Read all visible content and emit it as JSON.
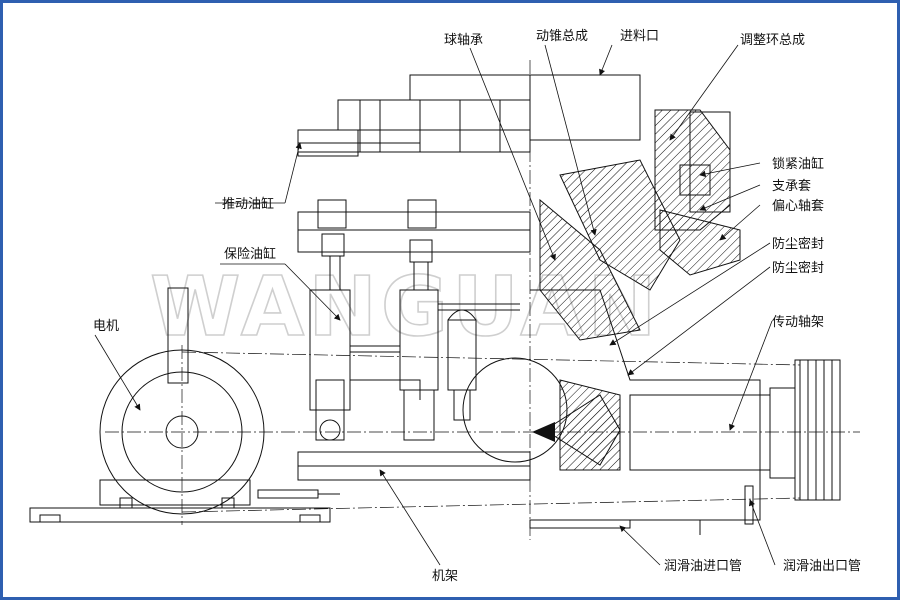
{
  "watermark": "WANGUAN",
  "labels": {
    "ball_bearing": "球轴承",
    "moving_cone_assembly": "动锥总成",
    "feed_inlet": "进料口",
    "adjusting_ring_assembly": "调整环总成",
    "push_cylinder": "推动油缸",
    "locking_cylinder": "锁紧油缸",
    "support_sleeve": "支承套",
    "eccentric_bushing": "偏心轴套",
    "dust_seal_1": "防尘密封",
    "dust_seal_2": "防尘密封",
    "safety_cylinder": "保险油缸",
    "motor": "电机",
    "drive_shaft_frame": "传动轴架",
    "frame": "机架",
    "lube_oil_inlet": "润滑油进口管",
    "lube_oil_outlet": "润滑油出口管"
  },
  "colors": {
    "border": "#2f5fb0",
    "line": "#111111",
    "watermark": "#cfcfcf"
  }
}
